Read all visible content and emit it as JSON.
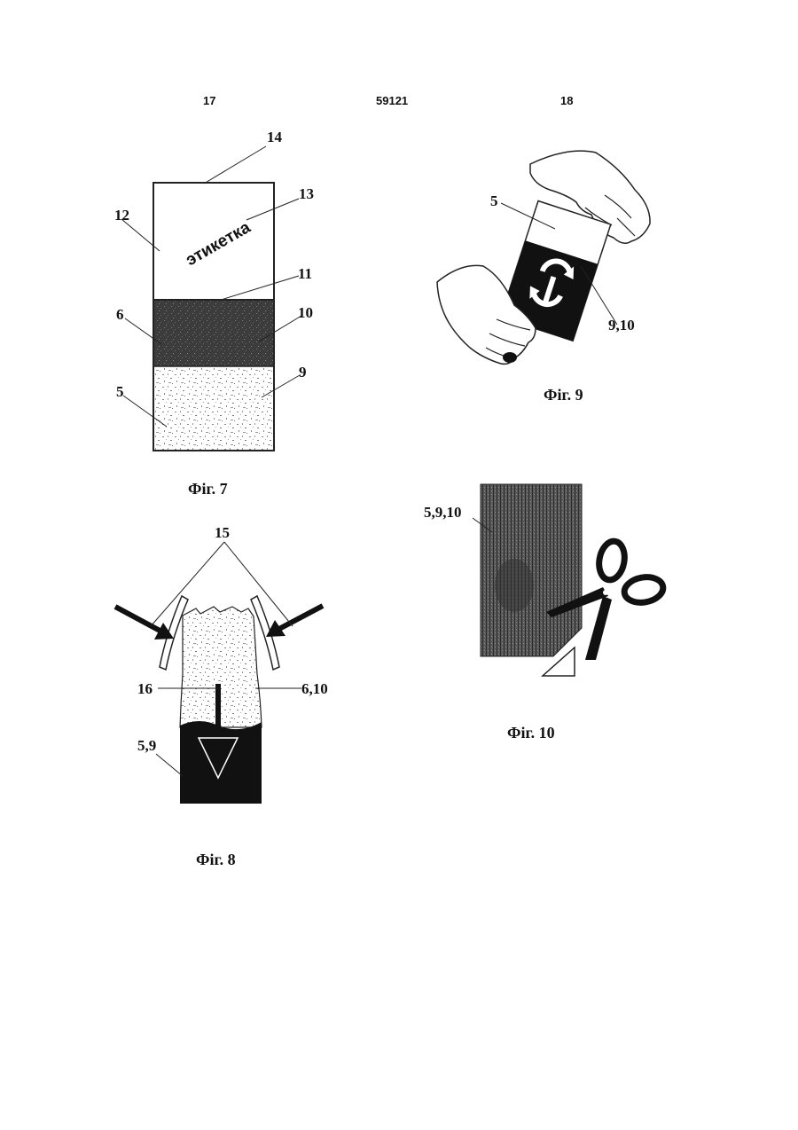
{
  "header": {
    "left_page": "17",
    "patent_number": "59121",
    "right_page": "18"
  },
  "fig7": {
    "caption": "Фіг. 7",
    "label_text": "этикетка",
    "refs": {
      "r14": "14",
      "r13": "13",
      "r12": "12",
      "r11": "11",
      "r6": "6",
      "r10": "10",
      "r9": "9",
      "r5": "5"
    }
  },
  "fig8": {
    "caption": "Фіг. 8",
    "refs": {
      "r15": "15",
      "r16": "16",
      "r610": "6,10",
      "r59": "5,9"
    }
  },
  "fig9": {
    "caption": "Фіг. 9",
    "refs": {
      "r5": "5",
      "r910": "9,10"
    }
  },
  "fig10": {
    "caption": "Фіг. 10",
    "refs": {
      "r5910": "5,9,10"
    }
  },
  "colors": {
    "ink": "#111111",
    "dark_band": "#3a3a3a",
    "speckle": "#8c8c8c",
    "paper": "#ffffff"
  }
}
